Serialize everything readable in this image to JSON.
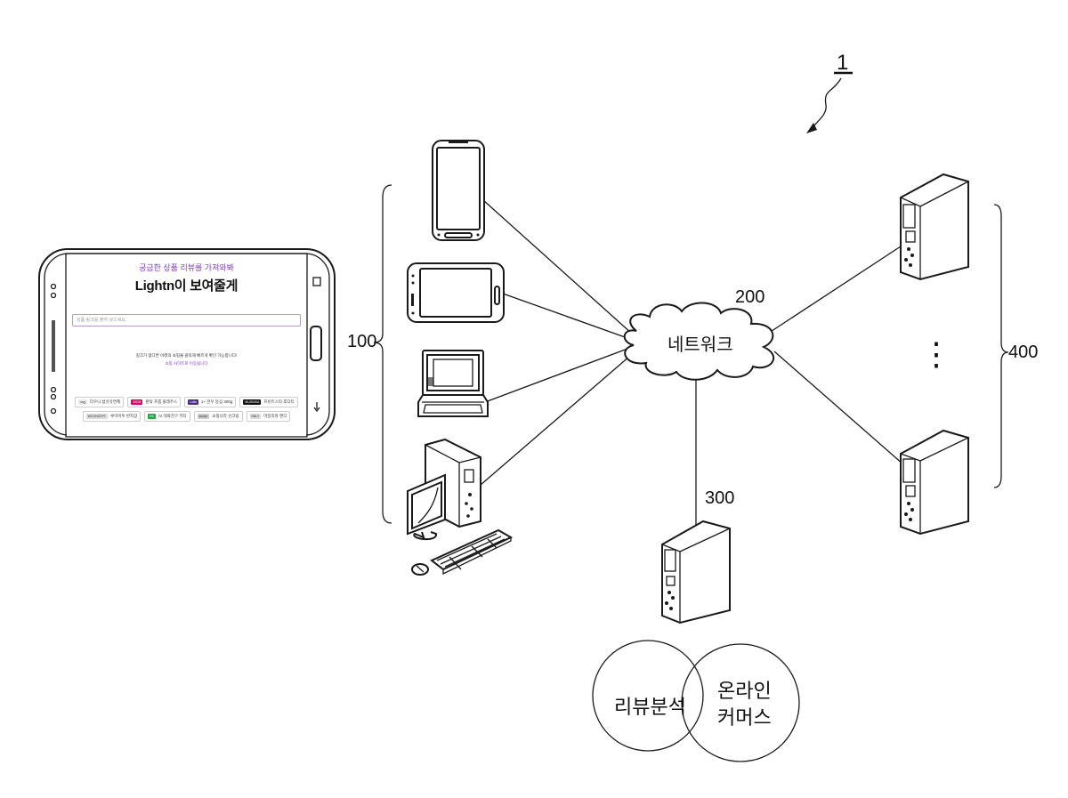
{
  "labels": {
    "system": "1",
    "terminals": "100",
    "network_num": "200",
    "server_num": "300",
    "sellers": "400",
    "network_text": "네트워크",
    "circle_left": "리뷰분석",
    "circle_right_1": "온라인",
    "circle_right_2": "커머스",
    "dots": "⋮"
  },
  "tablet": {
    "subtitle": "궁금한 상품 리뷰를 가져와봐",
    "title": "Lightn이 보여줄게",
    "search_placeholder": "상품 링크를 붙여 넣으세요.",
    "info_line": "링크가 없다면 아래의 쇼핑몰 클릭해 빠르게 확인 가능합니다!",
    "info_line2": "쇼핑 사이트로 이동됩니다",
    "chips": [
      {
        "logo": "ssg",
        "label": "다우니 섬유유연제",
        "color": "#e8e8e8"
      },
      {
        "logo": "29CM",
        "label": "판탁 프롭 플레주스",
        "color": "#e0006a"
      },
      {
        "logo": "Lotte",
        "label": "1+ 한우 등심 300g",
        "color": "#4a2a8a"
      },
      {
        "logo": "MUSINSA",
        "label": "프린트스타 후디티",
        "color": "#111111"
      },
      {
        "logo": "WCONCEPT",
        "label": "루이어투 반지갑",
        "color": "#dddddd"
      },
      {
        "logo": "KK",
        "label": "AI 대화친구 키티",
        "color": "#22aa44"
      },
      {
        "logo": "kream",
        "label": "쇼핑나라 선크림",
        "color": "#cccccc"
      },
      {
        "logo": "KBLY",
        "label": "마일리쥬 캔디",
        "color": "#dddddd"
      }
    ]
  }
}
